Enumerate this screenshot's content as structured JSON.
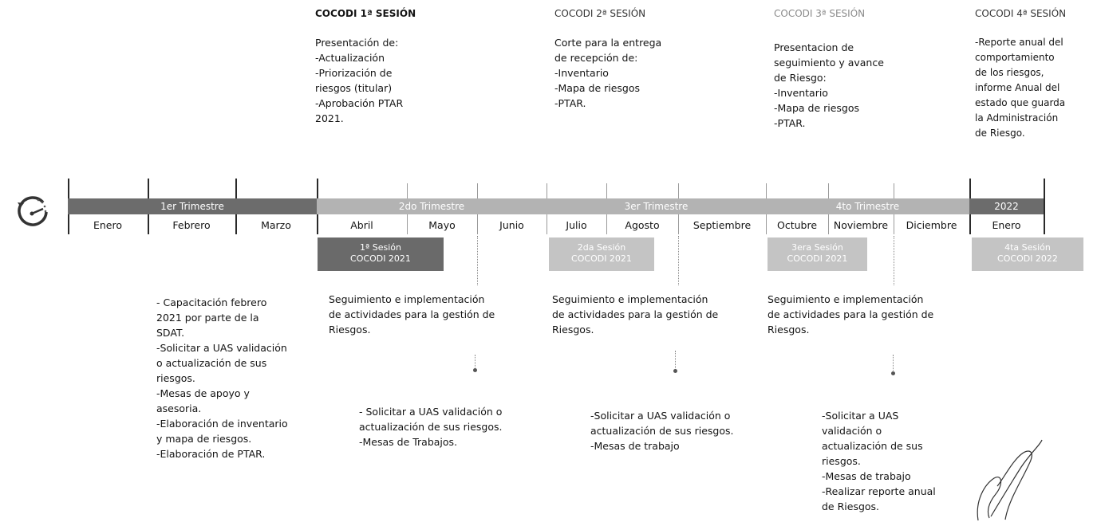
{
  "sessions": [
    {
      "title": "COCODI 1ª SESIÓN",
      "lines": [
        "Presentación de:",
        "-Actualización",
        "-Priorización de",
        "riesgos (titular)",
        "-Aprobación PTAR",
        "2021."
      ]
    },
    {
      "title": "COCODI 2ª SESIÓN",
      "lines": [
        "Corte para la entrega",
        "de recepción de:",
        "-Inventario",
        "-Mapa de riesgos",
        "-PTAR."
      ]
    },
    {
      "title": "COCODI 3ª SESIÓN",
      "lines": [
        "Presentacion de",
        "seguimiento y avance",
        "de Riesgo:",
        "-Inventario",
        "-Mapa de riesgos",
        "-PTAR."
      ]
    },
    {
      "title": "COCODI 4ª SESIÓN",
      "lines": [
        "-Reporte anual del",
        "comportamiento",
        "de los riesgos,",
        "informe Anual del",
        "estado que guarda",
        "la Administración",
        "de Riesgo."
      ]
    }
  ],
  "quarters": [
    "1er Trimestre",
    "2do Trimestre",
    "3er Trimestre",
    "4to Trimestre",
    "2022"
  ],
  "months": [
    "Enero",
    "Febrero",
    "Marzo",
    "Abril",
    "Mayo",
    "Junio",
    "Julio",
    "Agosto",
    "Septiembre",
    "Octubre",
    "Noviembre",
    "Diciembre",
    "Enero"
  ],
  "session_boxes": [
    {
      "line1": "1ª Sesión",
      "line2": "COCODI 2021"
    },
    {
      "line1": "2da Sesión",
      "line2": "COCODI 2021"
    },
    {
      "line1": "3era Sesión",
      "line2": "COCODI 2021"
    },
    {
      "line1": "4ta Sesión",
      "line2": "COCODI 2022"
    }
  ],
  "q1_activities": [
    "- Capacitación  febrero",
    "2021  por parte de la",
    "SDAT.",
    "-Solicitar a UAS validación",
    "o actualización de sus",
    "riesgos.",
    "-Mesas de apoyo y",
    "asesoria.",
    "-Elaboración de inventario",
    "y mapa de riesgos.",
    "-Elaboración de PTAR."
  ],
  "follow_up": [
    [
      "Seguimiento e implementación",
      "de actividades para la gestión de",
      "Riesgos."
    ],
    [
      "Seguimiento e implementación",
      "de actividades para la gestión de",
      "Riesgos."
    ],
    [
      "Seguimiento e implementación",
      "de actividades para la gestión de",
      "Riesgos."
    ]
  ],
  "requests": [
    [
      "- Solicitar a UAS validación o",
      "actualización de sus riesgos.",
      "-Mesas de Trabajos."
    ],
    [
      "-Solicitar a UAS validación o",
      "actualización de sus riesgos.",
      "-Mesas de trabajo"
    ],
    [
      "-Solicitar a UAS",
      "validación o",
      "actualización de sus",
      "riesgos.",
      "-Mesas de trabajo",
      "-Realizar reporte anual",
      "de Riesgos."
    ]
  ],
  "icons": {
    "timer": "stopwatch-icon",
    "signature": "signature-mark"
  }
}
